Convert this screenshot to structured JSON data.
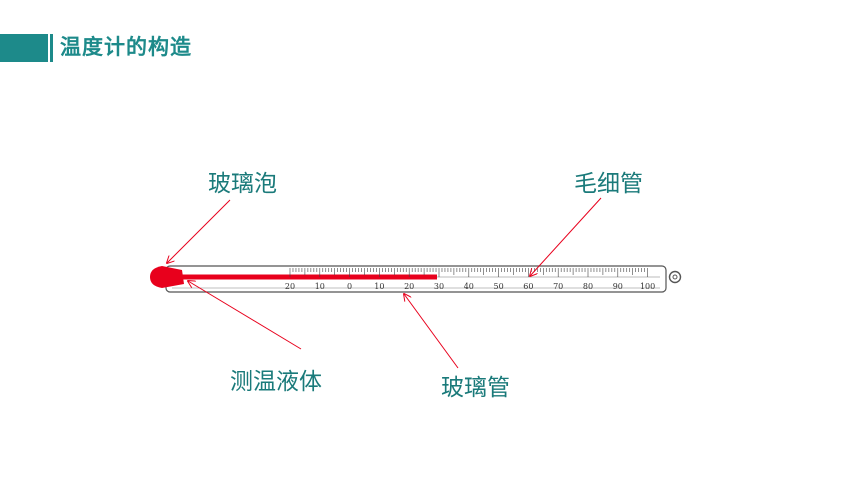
{
  "slide": {
    "title": "温度计的构造"
  },
  "labels": {
    "bulb": "玻璃泡",
    "capillary": "毛细管",
    "liquid": "测温液体",
    "tube": "玻璃管"
  },
  "scale": {
    "ticks": [
      "20",
      "10",
      "0",
      "10",
      "20",
      "30",
      "40",
      "50",
      "60",
      "70",
      "80",
      "90",
      "100"
    ]
  },
  "colors": {
    "accent": "#1d8a8a",
    "liquid": "#e8001c",
    "arrow": "#e8001c"
  }
}
